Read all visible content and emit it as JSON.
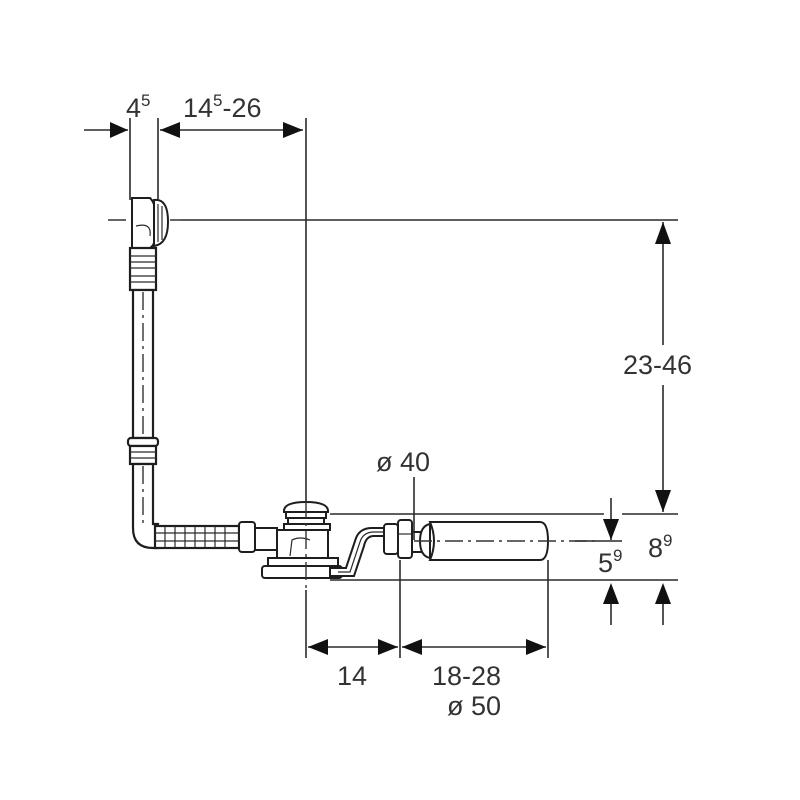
{
  "drawing": {
    "title": "Bath drain and overflow set - dimension drawing",
    "line_color": "#2a2a2a",
    "background": "#ffffff",
    "components": [
      "overflow-head",
      "vertical-overflow-pipe",
      "corrugated-elbow-connector",
      "drain-valve",
      "drain-trap",
      "outlet-pipe"
    ]
  },
  "dimensions": {
    "overflow_offset": {
      "base": "4",
      "sup": "5"
    },
    "overflow_to_drain": {
      "base": "14",
      "sup": "5",
      "rest": "-26"
    },
    "height_range": {
      "label": "23-46"
    },
    "pipe_diameter_small": {
      "label": "ø 40"
    },
    "drain_height_inner": {
      "base": "5",
      "sup": "9"
    },
    "drain_height_outer": {
      "base": "8",
      "sup": "9"
    },
    "drain_to_trap": {
      "label": "14"
    },
    "trap_outlet_length": {
      "label": "18-28"
    },
    "pipe_diameter_large": {
      "label": "ø 50"
    }
  }
}
